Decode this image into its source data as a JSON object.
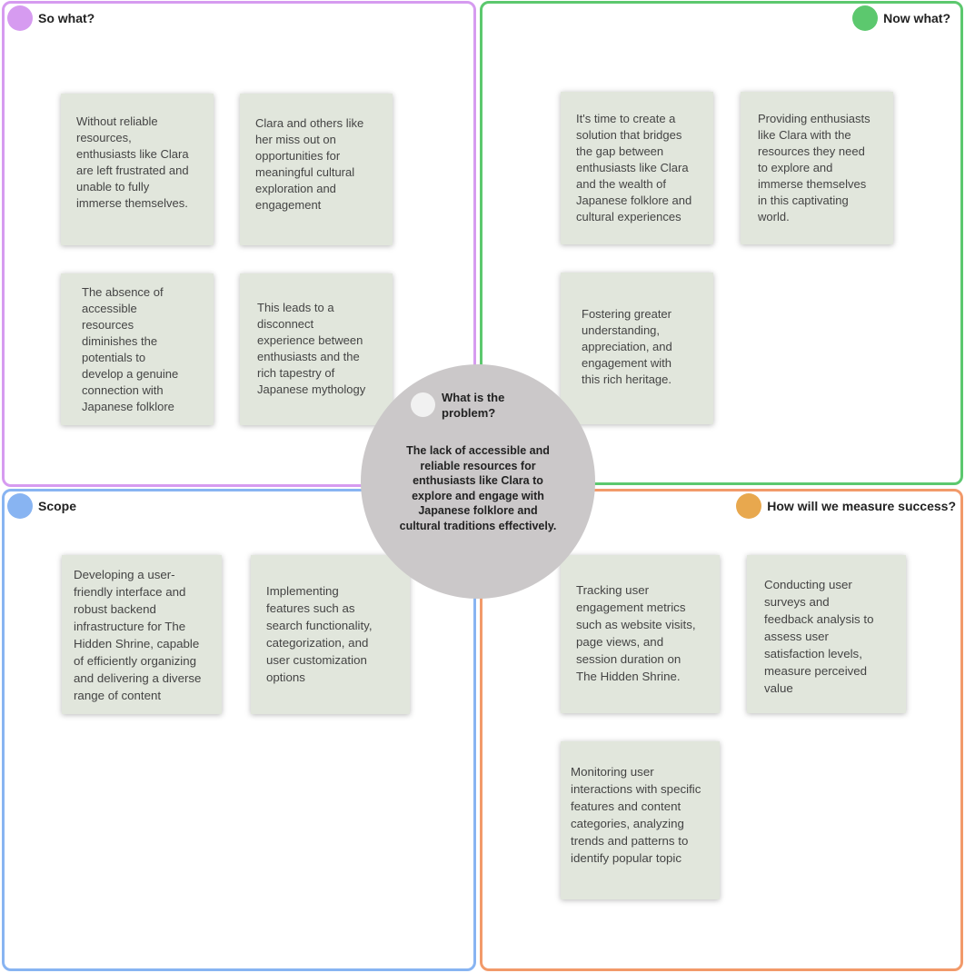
{
  "quadrants": {
    "so_what": {
      "title": "So what?",
      "color": "#d69bf0",
      "notes": [
        "Without reliable\nresources,\nenthusiasts like Clara\nare left frustrated and\nunable to fully\nimmerse themselves.",
        "Clara and others like\nher miss out on\nopportunities for\nmeaningful cultural\nexploration and\nengagement",
        "The absence of\naccessible\nresources\ndiminishes the\npotentials to\ndevelop a genuine\nconnection with\nJapanese folklore",
        "This leads to a\ndisconnect\nexperience between\nenthusiasts and the\nrich tapestry of\nJapanese mythology"
      ]
    },
    "now_what": {
      "title": "Now what?",
      "color": "#5cc86e",
      "notes": [
        "It's time to create a\nsolution that bridges\nthe gap between\nenthusiasts like Clara\nand the wealth of\nJapanese folklore and\ncultural experiences",
        "Providing enthusiasts\nlike Clara with the\nresources they need\nto explore and\nimmerse themselves\nin this captivating\nworld.",
        "Fostering greater\nunderstanding,\nappreciation, and\nengagement with\nthis rich heritage."
      ]
    },
    "scope": {
      "title": "Scope",
      "color": "#88b4f2",
      "notes": [
        "Developing a user-\nfriendly interface and\nrobust backend\ninfrastructure for The\nHidden Shrine, capable\nof efficiently organizing\nand delivering a diverse\nrange of content",
        "Implementing\nfeatures such as\nsearch functionality,\ncategorization, and\nuser customization\noptions"
      ]
    },
    "measure": {
      "title": "How will we measure success?",
      "color": "#e8a84e",
      "notes": [
        "Tracking user\nengagement metrics\nsuch as website visits,\npage views, and\nsession duration on\nThe Hidden Shrine.",
        "Conducting user\nsurveys and\nfeedback analysis to\nassess user\nsatisfaction levels,\nmeasure perceived\nvalue",
        "Monitoring user\ninteractions with specific\nfeatures and content\ncategories, analyzing\ntrends and patterns to\nidentify popular topic"
      ]
    }
  },
  "center": {
    "title": "What is the\nproblem?",
    "body": "The lack of accessible and\nreliable resources for\nenthusiasts like Clara to\nexplore and engage with\nJapanese folklore and\ncultural traditions effectively."
  }
}
